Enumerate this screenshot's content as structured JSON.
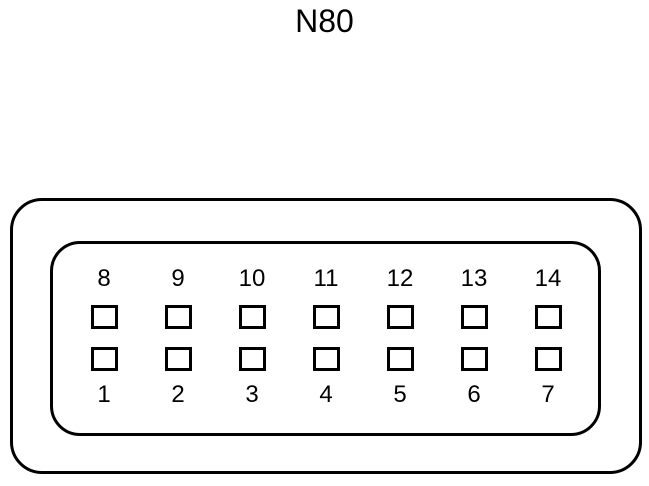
{
  "title": "N80",
  "connector": {
    "rows": 2,
    "pins_per_row": 7,
    "top_row_pins": [
      "8",
      "9",
      "10",
      "11",
      "12",
      "13",
      "14"
    ],
    "bottom_row_pins": [
      "1",
      "2",
      "3",
      "4",
      "5",
      "6",
      "7"
    ]
  },
  "colors": {
    "stroke": "#000000",
    "background": "#ffffff"
  }
}
